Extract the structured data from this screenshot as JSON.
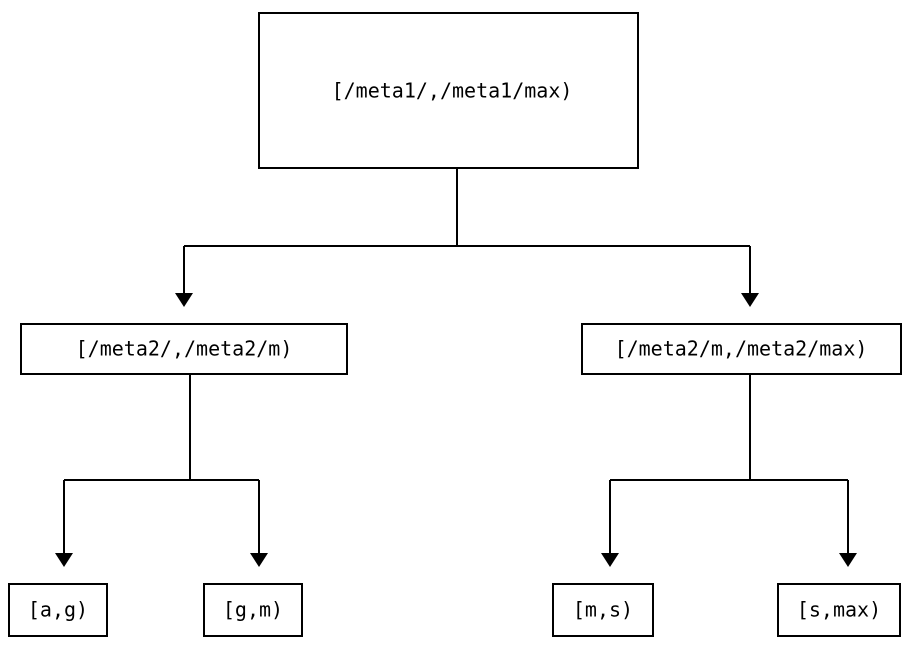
{
  "diagram": {
    "type": "tree",
    "orientation": "top-down",
    "background_color": "#ffffff",
    "line_color": "#000000",
    "box_fill_color": "#ffffff",
    "box_border_color": "#000000",
    "levels": 3,
    "nodes": {
      "root": {
        "id": "root",
        "label": "[/meta1/,/meta1/max)",
        "level": 0
      },
      "mid_left": {
        "id": "mid_left",
        "label": "[/meta2/,/meta2/m)",
        "level": 1
      },
      "mid_right": {
        "id": "mid_right",
        "label": "[/meta2/m,/meta2/max)",
        "level": 1
      },
      "leaf_1": {
        "id": "leaf_1",
        "label": "[a,g)",
        "level": 2
      },
      "leaf_2": {
        "id": "leaf_2",
        "label": "[g,m)",
        "level": 2
      },
      "leaf_3": {
        "id": "leaf_3",
        "label": "[m,s)",
        "level": 2
      },
      "leaf_4": {
        "id": "leaf_4",
        "label": "[s,max)",
        "level": 2
      }
    },
    "edges": [
      {
        "from": "root",
        "to": "mid_left",
        "arrow": "down"
      },
      {
        "from": "root",
        "to": "mid_right",
        "arrow": "down"
      },
      {
        "from": "mid_left",
        "to": "leaf_1",
        "arrow": "down"
      },
      {
        "from": "mid_left",
        "to": "leaf_2",
        "arrow": "down"
      },
      {
        "from": "mid_right",
        "to": "leaf_3",
        "arrow": "down"
      },
      {
        "from": "mid_right",
        "to": "leaf_4",
        "arrow": "down"
      }
    ]
  }
}
